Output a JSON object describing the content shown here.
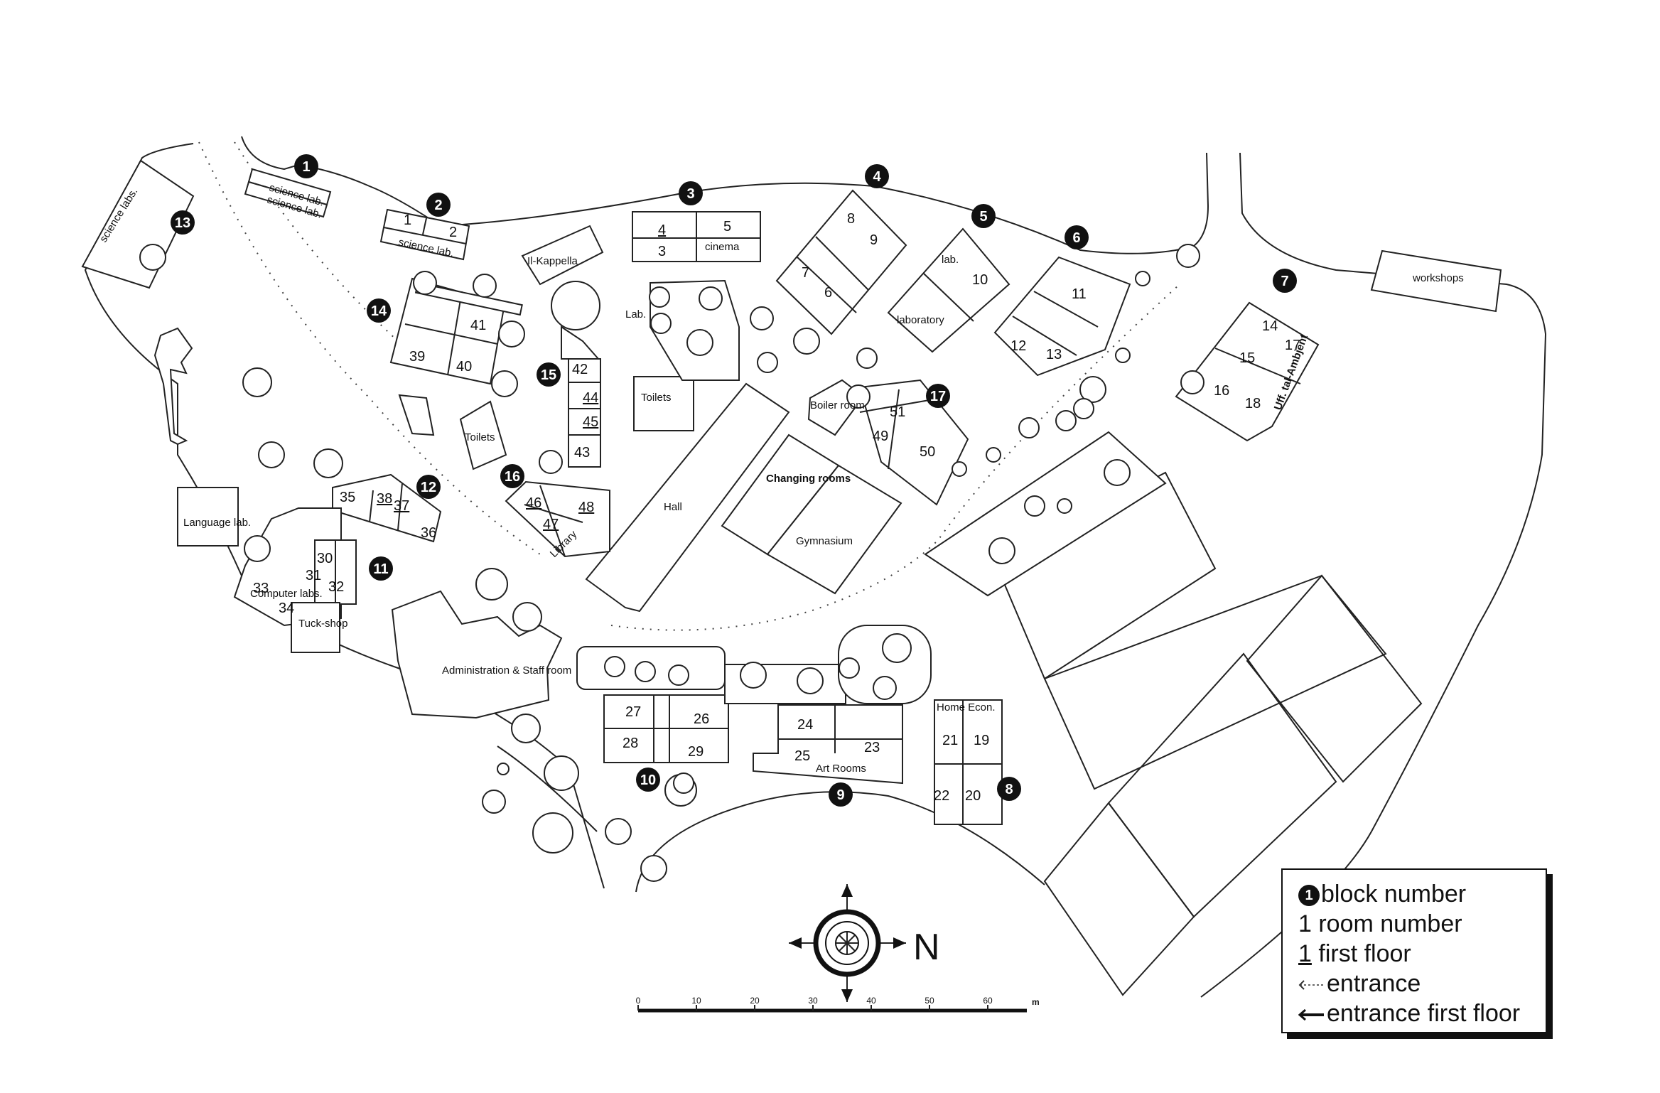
{
  "blocks": [
    "1",
    "2",
    "3",
    "4",
    "5",
    "6",
    "7",
    "8",
    "9",
    "10",
    "11",
    "12",
    "13",
    "14",
    "15",
    "16",
    "17"
  ],
  "labels": {
    "science_lab_1": "science lab.",
    "science_lab_2": "science lab.",
    "science_lab_3": "science lab.",
    "science_labs": "science labs.",
    "kappella": "Il-Kappella",
    "cinema": "cinema",
    "lab": "Lab.",
    "lab_small": "lab.",
    "laboratory": "laboratory",
    "toilets_1": "Toilets",
    "toilets_2": "Toilets",
    "boiler": "Boiler room",
    "changing": "Changing rooms",
    "gymnasium": "Gymnasium",
    "hall": "Hall",
    "library": "Library",
    "language_lab": "Language lab.",
    "computer_labs": "Computer labs.",
    "tuck_shop": "Tuck-shop",
    "administration": "Administration & Staff room",
    "art_rooms": "Art Rooms",
    "home_econ": "Home Econ.",
    "ufficcju": "Uff. tal-Ambjent",
    "workshops": "workshops"
  },
  "rooms": {
    "r1": "1",
    "r2": "2",
    "r3": "3",
    "r4": "4",
    "r5": "5",
    "r6": "6",
    "r7": "7",
    "r8": "8",
    "r9": "9",
    "r10": "10",
    "r11": "11",
    "r12": "12",
    "r13": "13",
    "r14": "14",
    "r15": "15",
    "r16": "16",
    "r17": "17",
    "r18": "18",
    "r19": "19",
    "r20": "20",
    "r21": "21",
    "r22": "22",
    "r23": "23",
    "r24": "24",
    "r25": "25",
    "r26": "26",
    "r27": "27",
    "r28": "28",
    "r29": "29",
    "r30": "30",
    "r31": "31",
    "r32": "32",
    "r33": "33",
    "r34": "34",
    "r35": "35",
    "r36": "36",
    "r37": "37",
    "r38": "38",
    "r39": "39",
    "r40": "40",
    "r41": "41",
    "r42": "42",
    "r43": "43",
    "r44": "44",
    "r45": "45",
    "r46": "46",
    "r47": "47",
    "r48": "48",
    "r49": "49",
    "r50": "50",
    "r51": "51"
  },
  "compass": {
    "north_label": "N"
  },
  "scale": {
    "ticks": [
      "0",
      "10",
      "20",
      "30",
      "40",
      "50",
      "60"
    ],
    "unit": "m"
  },
  "legend": {
    "block_number_sample": "1",
    "block_number": "block number",
    "room_number": "1 room number",
    "first_floor_sample": "1",
    "first_floor": "first floor",
    "entrance": "entrance",
    "entrance_first_floor": "entrance first floor"
  }
}
